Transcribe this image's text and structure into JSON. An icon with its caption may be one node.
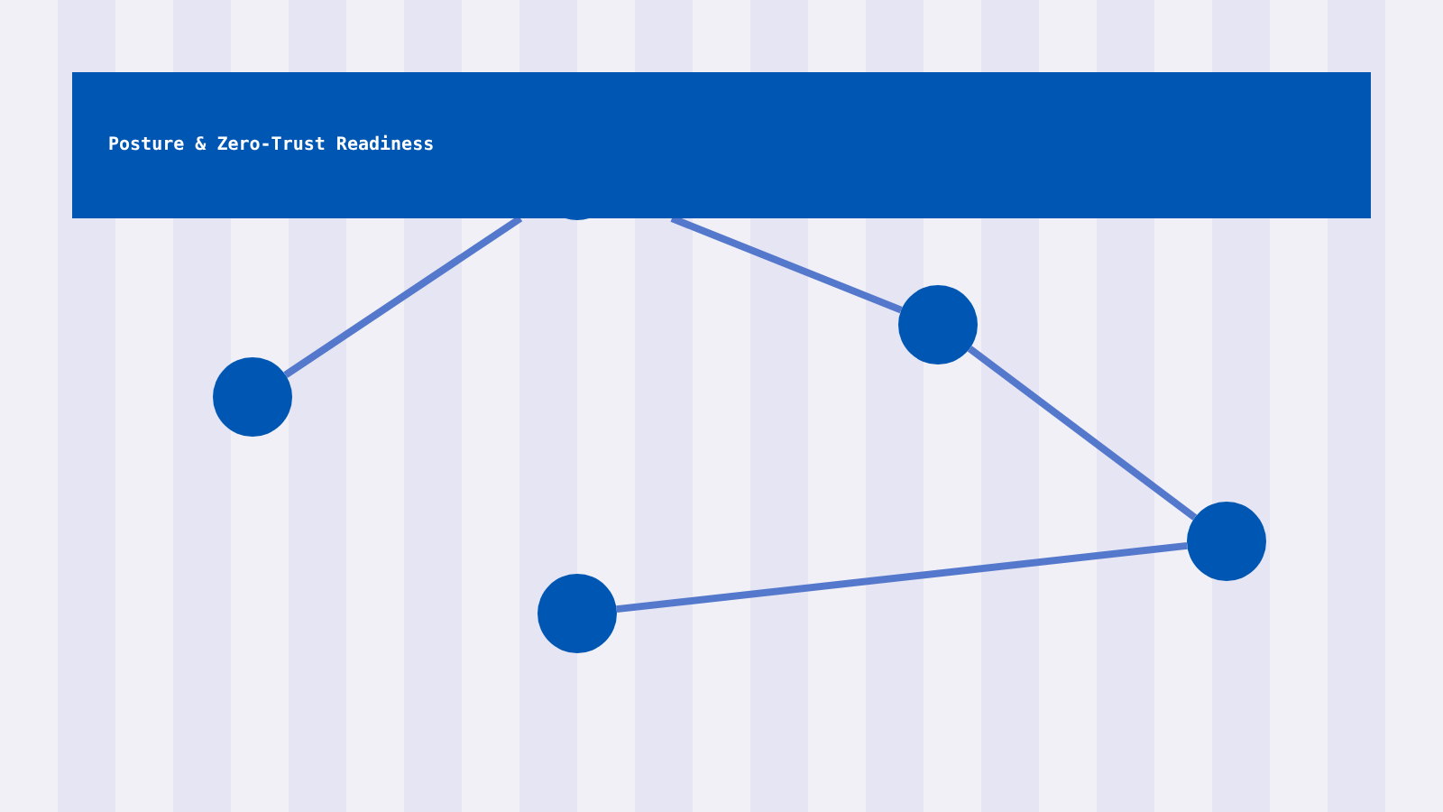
{
  "diagram": {
    "title": "Posture & Zero-Trust Readiness",
    "nodes": [
      {
        "text": [],
        "shape": "circle"
      },
      {
        "text": [],
        "shape": "circle"
      },
      {
        "text": [],
        "shape": "circle"
      },
      {
        "text": [],
        "shape": "circle"
      },
      {
        "text": [],
        "shape": "circle"
      }
    ],
    "edges": [
      {
        "from": 0,
        "to": 1,
        "arrow": "none"
      },
      {
        "from": 1,
        "to": 2,
        "arrow": "none"
      },
      {
        "from": 2,
        "to": 3,
        "arrow": "none"
      },
      {
        "from": 3,
        "to": 4,
        "arrow": "none"
      }
    ]
  }
}
